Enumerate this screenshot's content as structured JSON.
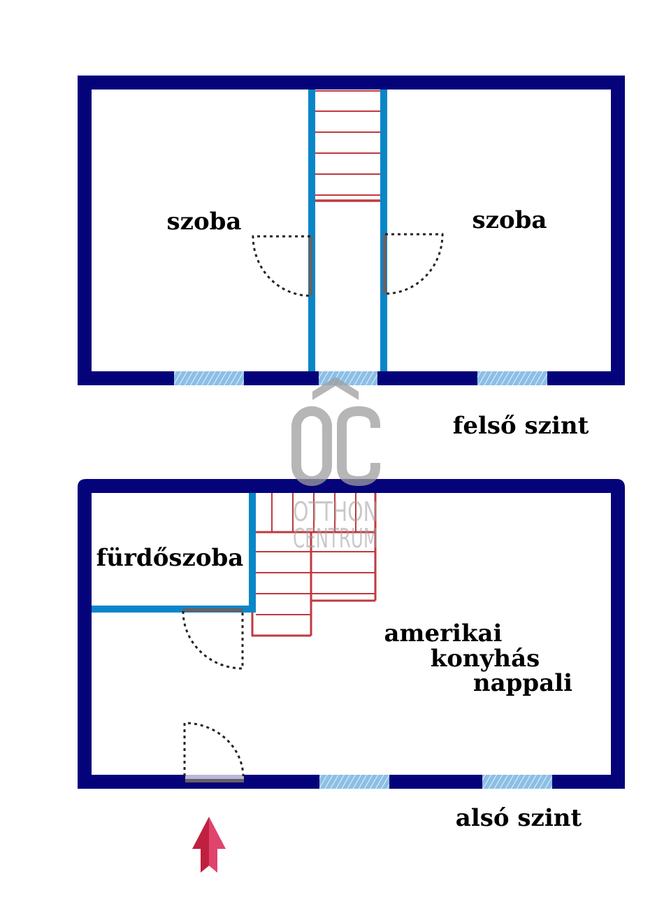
{
  "colors": {
    "outer_wall": "#05037a",
    "inner_wall": "#0a86c8",
    "stairs": "#c0393f",
    "window_fill": "#8cbfe6",
    "window_hatch": "#ffffff",
    "door_leaf": "#6a6060",
    "door_swing": "#2a2020",
    "entrance_threshold": "#b8b8dc",
    "arrow_dark": "#c0203f",
    "arrow_light": "#e0446c",
    "watermark": "#9e9e9e"
  },
  "upper_floor": {
    "level_label": "felső szint",
    "rooms": [
      {
        "name": "szoba"
      },
      {
        "name": "szoba"
      }
    ]
  },
  "lower_floor": {
    "level_label": "alsó szint",
    "rooms": {
      "bathroom": "fürdőszoba",
      "living": [
        "amerikai",
        "konyhás",
        "nappali"
      ]
    }
  },
  "watermark": {
    "logo": "ÔC",
    "line1": "OTTHON",
    "line2": "CENTRUM"
  },
  "entrance_arrow": {
    "icon": "entrance-arrow-icon"
  }
}
